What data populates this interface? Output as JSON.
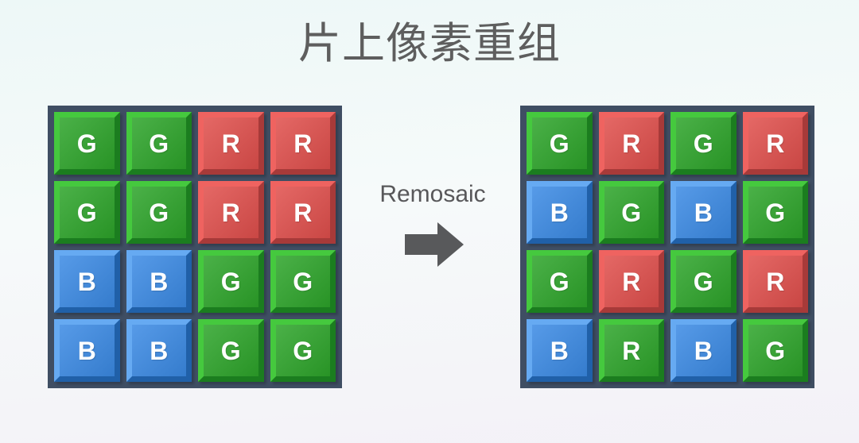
{
  "title": "片上像素重组",
  "arrow_label": "Remosaic",
  "colors": {
    "bg-top": "#edf8f7",
    "bg-mid": "#f6fafa",
    "bg-bottom": "#f3f1f7",
    "title-color": "#5e5e5e",
    "label-color": "#58585a",
    "arrow-color": "#58595b",
    "grid-bg": "#3f4e63",
    "letter-color": "#ffffff",
    "green-face": "#2da42a",
    "green-light": "#45c93e",
    "green-dark": "#1b7d1f",
    "red-face": "#e04f4c",
    "red-light": "#ef6360",
    "red-dark": "#a73a39",
    "blue-face": "#3b8ae4",
    "blue-light": "#66aaf2",
    "blue-dark": "#2060a8"
  },
  "grids": {
    "source": {
      "cells": [
        [
          {
            "letter": "G",
            "color": "green"
          },
          {
            "letter": "G",
            "color": "green"
          },
          {
            "letter": "R",
            "color": "red"
          },
          {
            "letter": "R",
            "color": "red"
          }
        ],
        [
          {
            "letter": "G",
            "color": "green"
          },
          {
            "letter": "G",
            "color": "green"
          },
          {
            "letter": "R",
            "color": "red"
          },
          {
            "letter": "R",
            "color": "red"
          }
        ],
        [
          {
            "letter": "B",
            "color": "blue"
          },
          {
            "letter": "B",
            "color": "blue"
          },
          {
            "letter": "G",
            "color": "green"
          },
          {
            "letter": "G",
            "color": "green"
          }
        ],
        [
          {
            "letter": "B",
            "color": "blue"
          },
          {
            "letter": "B",
            "color": "blue"
          },
          {
            "letter": "G",
            "color": "green"
          },
          {
            "letter": "G",
            "color": "green"
          }
        ]
      ]
    },
    "result": {
      "cells": [
        [
          {
            "letter": "G",
            "color": "green"
          },
          {
            "letter": "R",
            "color": "red"
          },
          {
            "letter": "G",
            "color": "green"
          },
          {
            "letter": "R",
            "color": "red"
          }
        ],
        [
          {
            "letter": "B",
            "color": "blue"
          },
          {
            "letter": "G",
            "color": "green"
          },
          {
            "letter": "B",
            "color": "blue"
          },
          {
            "letter": "G",
            "color": "green"
          }
        ],
        [
          {
            "letter": "G",
            "color": "green"
          },
          {
            "letter": "R",
            "color": "red"
          },
          {
            "letter": "G",
            "color": "green"
          },
          {
            "letter": "R",
            "color": "red"
          }
        ],
        [
          {
            "letter": "B",
            "color": "blue"
          },
          {
            "letter": "R",
            "color": "green"
          },
          {
            "letter": "B",
            "color": "blue"
          },
          {
            "letter": "G",
            "color": "green"
          }
        ]
      ]
    }
  }
}
